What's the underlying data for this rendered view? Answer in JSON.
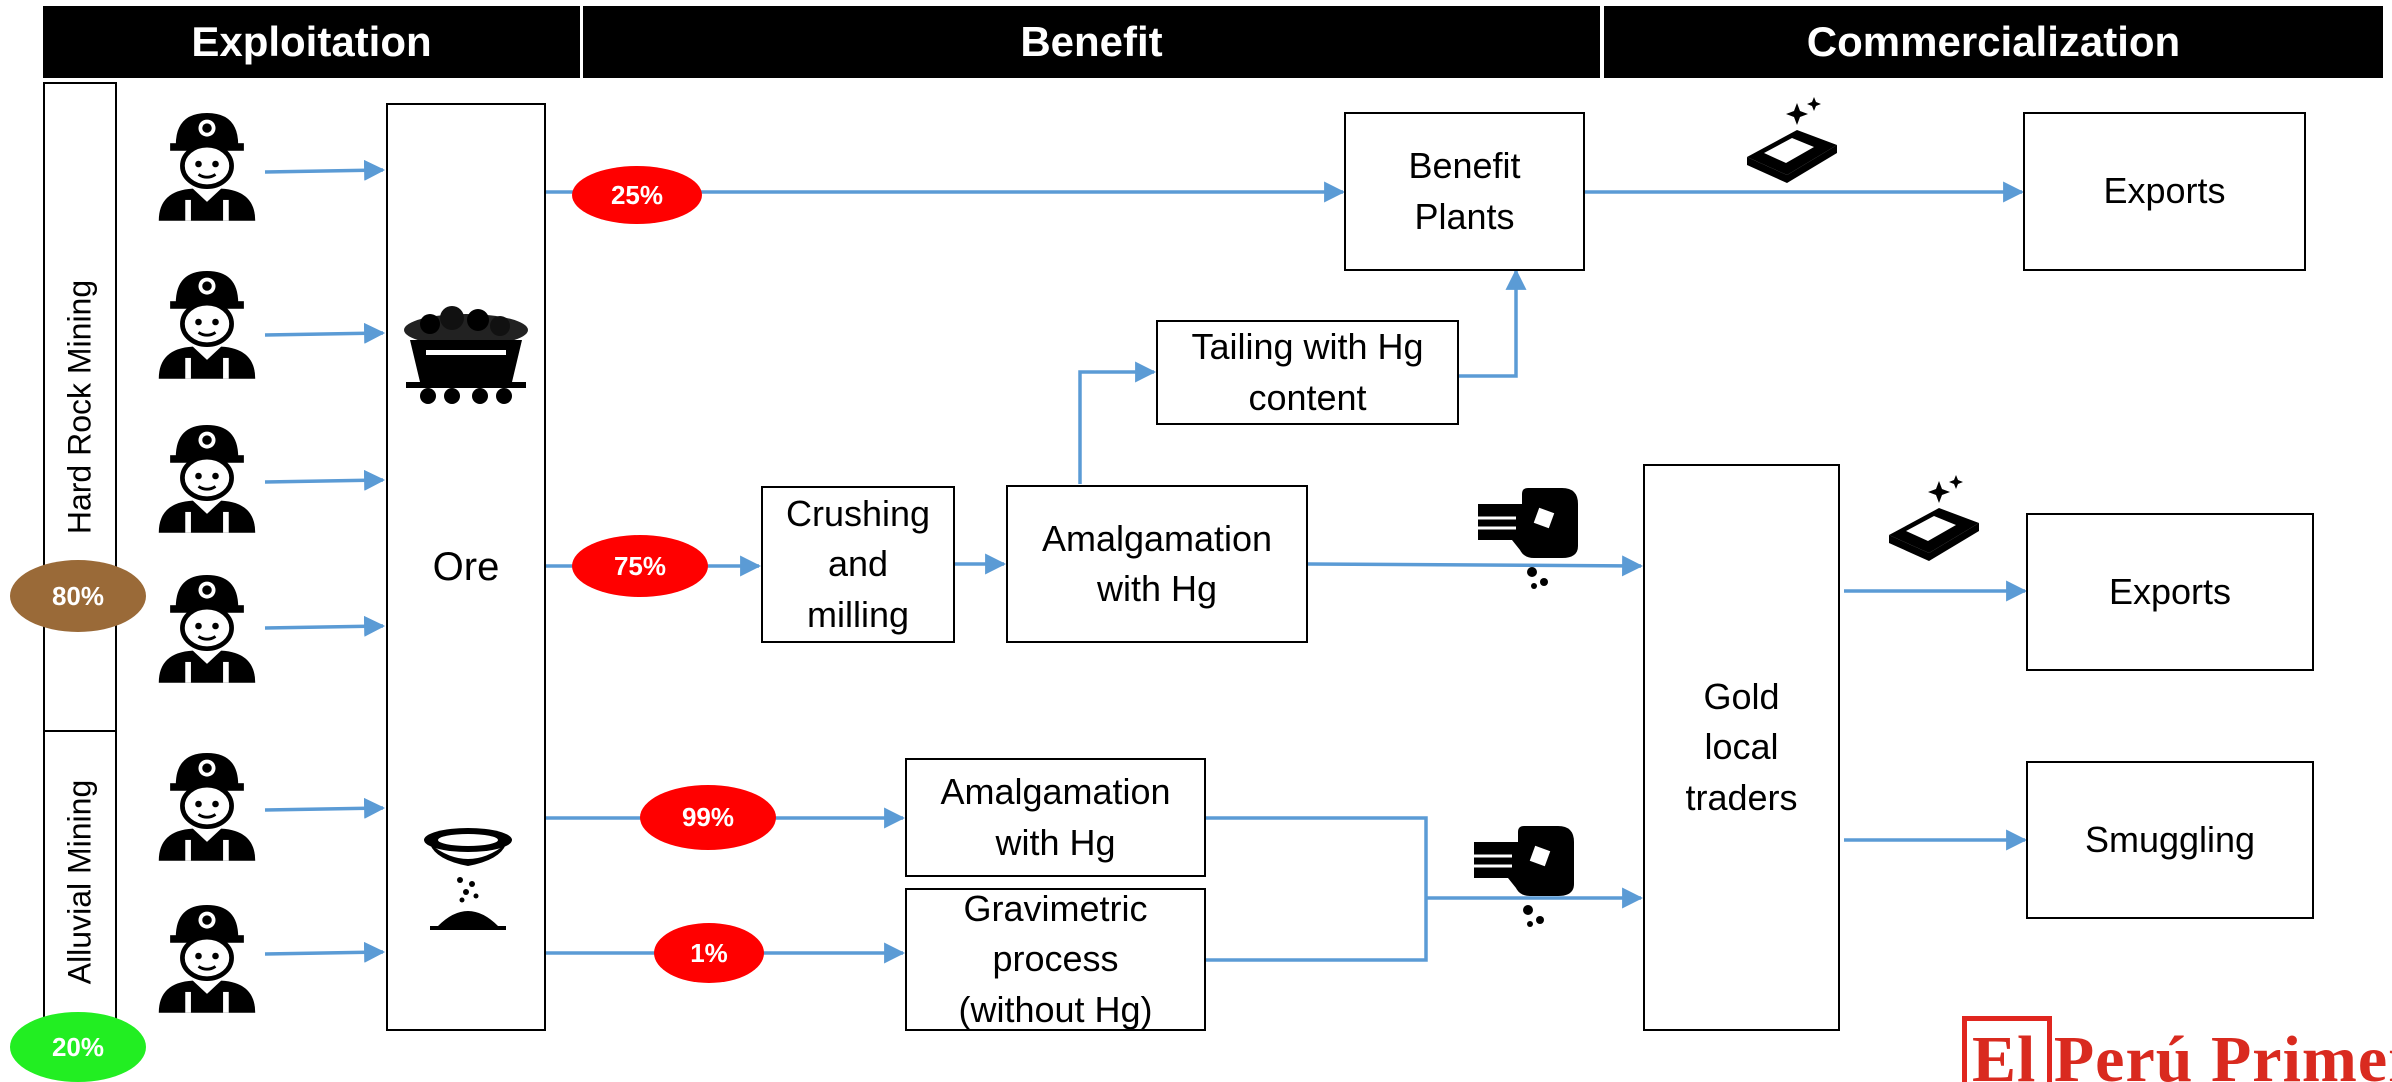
{
  "header": {
    "col1": "Exploitation",
    "col2": "Benefit",
    "col3": "Commercialization"
  },
  "side": {
    "hard_rock": "Hard Rock Mining",
    "alluvial": "Alluvial Mining"
  },
  "badges": {
    "hard_rock_share": {
      "label": "80%",
      "color": "#9a6a38"
    },
    "alluvial_share": {
      "label": "20%",
      "color": "#22ee22"
    },
    "benefit_plants": "25%",
    "crushing": "75%",
    "alluvial_amalgamation": "99%",
    "gravimetric": "1%"
  },
  "nodes": {
    "ore": "Ore",
    "benefit_plants": "Benefit\nPlants",
    "tailing": "Tailing with Hg\ncontent",
    "crushing": "Crushing\nand\nmilling",
    "amalgamation_hr": "Amalgamation\nwith Hg",
    "amalgamation_alluvial": "Amalgamation\nwith Hg",
    "gravimetric": "Gravimetric\nprocess\n(without Hg)",
    "gold_traders": "Gold\nlocal\ntraders",
    "exports_plants": "Exports",
    "exports_traders": "Exports",
    "smuggling": "Smuggling"
  },
  "icons": [
    "miner-icon",
    "ore-cart-icon",
    "gold-pan-icon",
    "gold-bar-icon",
    "hand-nugget-icon"
  ],
  "colors": {
    "arrow": "#5b9bd5",
    "badge_red": "#ff0000",
    "header_bg": "#000000"
  },
  "logo": {
    "text": "El Perú Primero"
  }
}
